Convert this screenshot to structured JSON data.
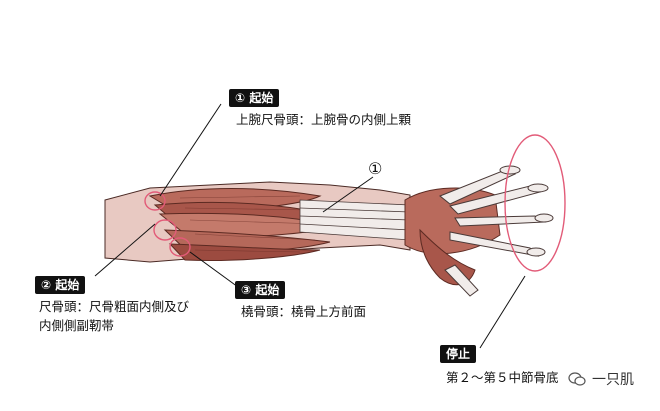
{
  "labels": {
    "origin1_tag": "① 起始",
    "origin1_text": "上腕尺骨頭：上腕骨の内側上顆",
    "origin2_tag": "② 起始",
    "origin2_text_line1": "尺骨頭：尺骨粗面内側及び",
    "origin2_text_line2": "内側側副靭帯",
    "origin3_tag": "③ 起始",
    "origin3_text": "橈骨頭：橈骨上方前面",
    "callout_1": "①",
    "insertion_tag": "停止",
    "insertion_text": "第２～第５中節骨底"
  },
  "watermark": {
    "text": "一只肌"
  },
  "colors": {
    "muscle": "#b96a5c",
    "muscle_dark": "#8f3f33",
    "tendon": "#f1ecea",
    "highlight_circle": "#e25b78",
    "tag_bg": "#111111"
  }
}
